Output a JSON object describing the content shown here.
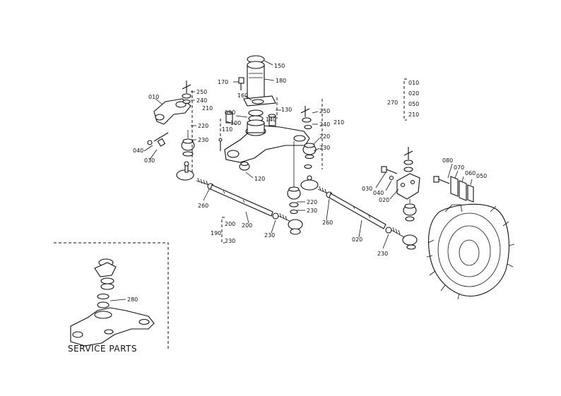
{
  "labels": [
    {
      "id": "l150a",
      "text": "150"
    },
    {
      "id": "l180",
      "text": "180"
    },
    {
      "id": "l170",
      "text": "170"
    },
    {
      "id": "l160",
      "text": "160"
    },
    {
      "id": "l090a",
      "text": "090"
    },
    {
      "id": "l100",
      "text": "100"
    },
    {
      "id": "l110",
      "text": "110"
    },
    {
      "id": "l120",
      "text": "120"
    },
    {
      "id": "l130",
      "text": "130"
    },
    {
      "id": "l140",
      "text": "140"
    },
    {
      "id": "l250a",
      "text": "250"
    },
    {
      "id": "l240a",
      "text": "240"
    },
    {
      "id": "l210a",
      "text": "210"
    },
    {
      "id": "l220a",
      "text": "220"
    },
    {
      "id": "l230a",
      "text": "230"
    },
    {
      "id": "l010a",
      "text": "010"
    },
    {
      "id": "l040a",
      "text": "040"
    },
    {
      "id": "l030a",
      "text": "030"
    },
    {
      "id": "l250b",
      "text": "250"
    },
    {
      "id": "l240b",
      "text": "240"
    },
    {
      "id": "l210b",
      "text": "210"
    },
    {
      "id": "l220b",
      "text": "220"
    },
    {
      "id": "l230b",
      "text": "230"
    },
    {
      "id": "l220c",
      "text": "220"
    },
    {
      "id": "l230c",
      "text": "230"
    },
    {
      "id": "l260a",
      "text": "260"
    },
    {
      "id": "l200a",
      "text": "200"
    },
    {
      "id": "l230d",
      "text": "230"
    },
    {
      "id": "l200b",
      "text": "200"
    },
    {
      "id": "l190",
      "text": "190"
    },
    {
      "id": "l230e",
      "text": "230"
    },
    {
      "id": "l260b",
      "text": "260"
    },
    {
      "id": "l020a",
      "text": "020"
    },
    {
      "id": "l230f",
      "text": "230"
    },
    {
      "id": "l270",
      "text": "270"
    },
    {
      "id": "l010b",
      "text": "010"
    },
    {
      "id": "l020b",
      "text": "020"
    },
    {
      "id": "l050a",
      "text": "050"
    },
    {
      "id": "l210c",
      "text": "210"
    },
    {
      "id": "l030b",
      "text": "030"
    },
    {
      "id": "l040b",
      "text": "040"
    },
    {
      "id": "l020c",
      "text": "020"
    },
    {
      "id": "l080",
      "text": "080"
    },
    {
      "id": "l070",
      "text": "070"
    },
    {
      "id": "l060",
      "text": "060"
    },
    {
      "id": "l050b",
      "text": "050"
    },
    {
      "id": "l280",
      "text": "280"
    }
  ],
  "service_parts_title": "SERVICE PARTS"
}
